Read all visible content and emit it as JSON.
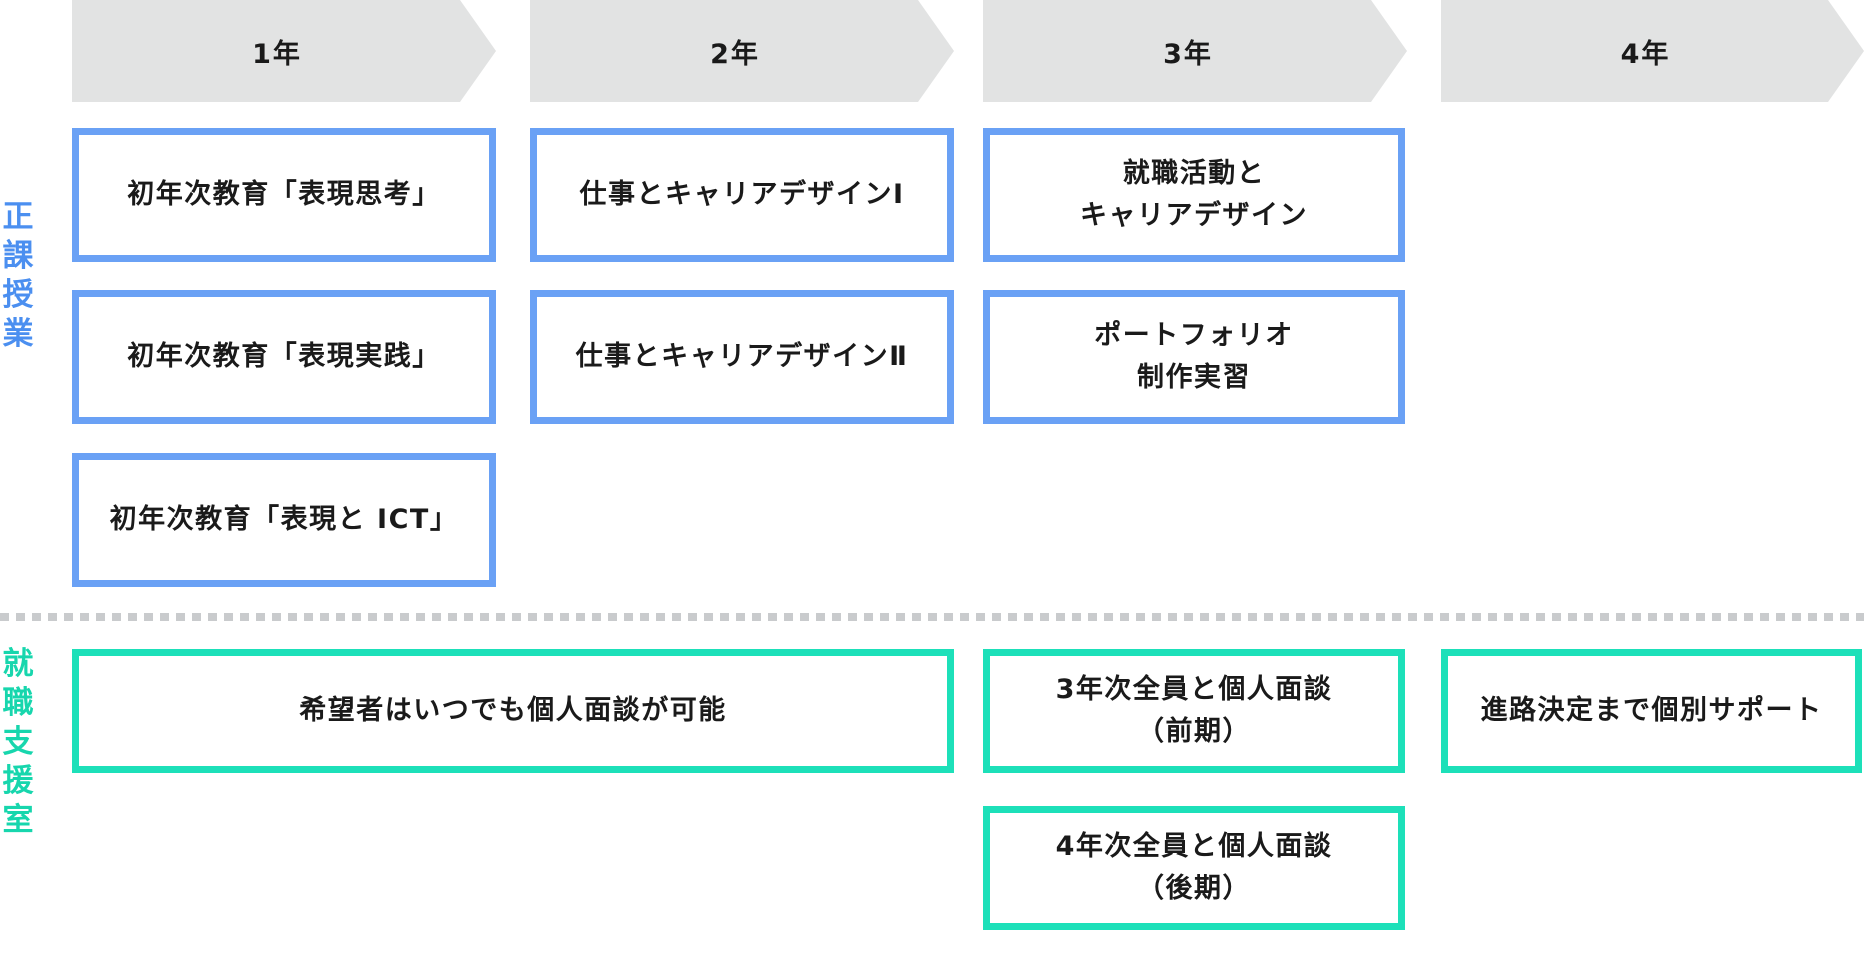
{
  "years": [
    "1年",
    "2年",
    "3年",
    "4年"
  ],
  "sections": {
    "regular": {
      "label": [
        "正",
        "課",
        "授",
        "業"
      ],
      "color": "#6aa1f5"
    },
    "career": {
      "label": [
        "就",
        "職",
        "支",
        "援",
        "室"
      ],
      "color": "#1de0b9"
    }
  },
  "courses": {
    "y1_1": [
      "初年次教育「表現思考」"
    ],
    "y1_2": [
      "初年次教育「表現実践」"
    ],
    "y1_3": [
      "初年次教育「表現と ICT」"
    ],
    "y2_1": [
      "仕事とキャリアデザインⅠ"
    ],
    "y2_2": [
      "仕事とキャリアデザインⅡ"
    ],
    "y3_1": [
      "就職活動と",
      "キャリアデザイン"
    ],
    "y3_2": [
      "ポートフォリオ",
      "制作実習"
    ]
  },
  "support": {
    "y12": [
      "希望者はいつでも個人面談が可能"
    ],
    "y3_1": [
      "3年次全員と個人面談",
      "（前期）"
    ],
    "y3_2": [
      "4年次全員と個人面談",
      "（後期）"
    ],
    "y4": [
      "進路決定まで個別サポート"
    ]
  }
}
